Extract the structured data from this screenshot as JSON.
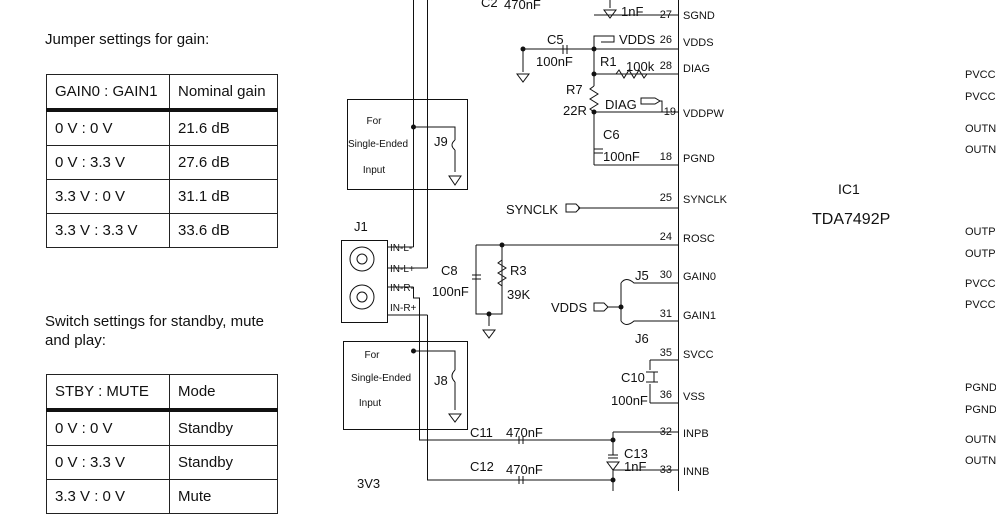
{
  "gain": {
    "heading": "Jumper settings for gain:",
    "headers": [
      "GAIN0 : GAIN1",
      "Nominal gain"
    ],
    "rows": [
      [
        "0 V : 0 V",
        "21.6 dB"
      ],
      [
        "0 V : 3.3 V",
        "27.6 dB"
      ],
      [
        "3.3 V : 0 V",
        "31.1 dB"
      ],
      [
        "3.3 V : 3.3 V",
        "33.6 dB"
      ]
    ]
  },
  "mode": {
    "heading_line1": "Switch settings for standby, mute",
    "heading_line2": "and play:",
    "headers": [
      "STBY : MUTE",
      "Mode"
    ],
    "rows": [
      [
        "0 V : 0 V",
        "Standby"
      ],
      [
        "0 V : 3.3 V",
        "Standby"
      ],
      [
        "3.3 V : 0 V",
        "Mute"
      ]
    ]
  },
  "schematic": {
    "boxes": {
      "j9": {
        "line1": "For",
        "line2": "Single-Ended",
        "line3": "Input",
        "jumper": "J9"
      },
      "j8": {
        "line1": "For",
        "line2": "Single-Ended",
        "line3": "Input",
        "jumper": "J8"
      }
    },
    "connector": {
      "ref": "J1",
      "in_l_minus": "IN-L-",
      "in_l_plus": "IN-L+",
      "in_r_minus": "IN-R-",
      "in_r_plus": "IN-R+"
    },
    "components": {
      "c2_ref": "C2",
      "c2_val": "470nF",
      "c4_val": "1nF",
      "c5_ref": "C5",
      "c5_val": "100nF",
      "vdds_label": "VDDS",
      "r1_ref": "R1",
      "r1_val": "100k",
      "r7_ref": "R7",
      "r7_val": "22R",
      "diag_label": "DIAG",
      "c6_ref": "C6",
      "c6_val": "100nF",
      "sync_label": "SYNCLK",
      "c8_ref": "C8",
      "c8_val": "100nF",
      "r3_ref": "R3",
      "r3_val": "39K",
      "j5_ref": "J5",
      "j6_ref": "J6",
      "vdds2_label": "VDDS",
      "c10_ref": "C10",
      "c10_val": "100nF",
      "c11_ref": "C11",
      "c11_val": "470nF",
      "c13_ref": "C13",
      "c13_val": "1nF",
      "c12_ref": "C12",
      "c12_val": "470nF",
      "v3v3": "3V3"
    },
    "ic": {
      "ref": "IC1",
      "part": "TDA7492P"
    },
    "left_pins": [
      {
        "num": "27",
        "name": "SGND"
      },
      {
        "num": "26",
        "name": "VDDS"
      },
      {
        "num": "28",
        "name": "DIAG"
      },
      {
        "num": "19",
        "name": "VDDPW"
      },
      {
        "num": "18",
        "name": "PGND"
      },
      {
        "num": "25",
        "name": "SYNCLK"
      },
      {
        "num": "24",
        "name": "ROSC"
      },
      {
        "num": "30",
        "name": "GAIN0"
      },
      {
        "num": "31",
        "name": "GAIN1"
      },
      {
        "num": "35",
        "name": "SVCC"
      },
      {
        "num": "36",
        "name": "VSS"
      },
      {
        "num": "32",
        "name": "INPB"
      },
      {
        "num": "33",
        "name": "INNB"
      }
    ],
    "right_pins": [
      "PVCC",
      "PVCC",
      "OUTN",
      "OUTN",
      "OUTP",
      "OUTP",
      "PVCC",
      "PVCC",
      "PGND",
      "PGND",
      "OUTN",
      "OUTN"
    ]
  }
}
